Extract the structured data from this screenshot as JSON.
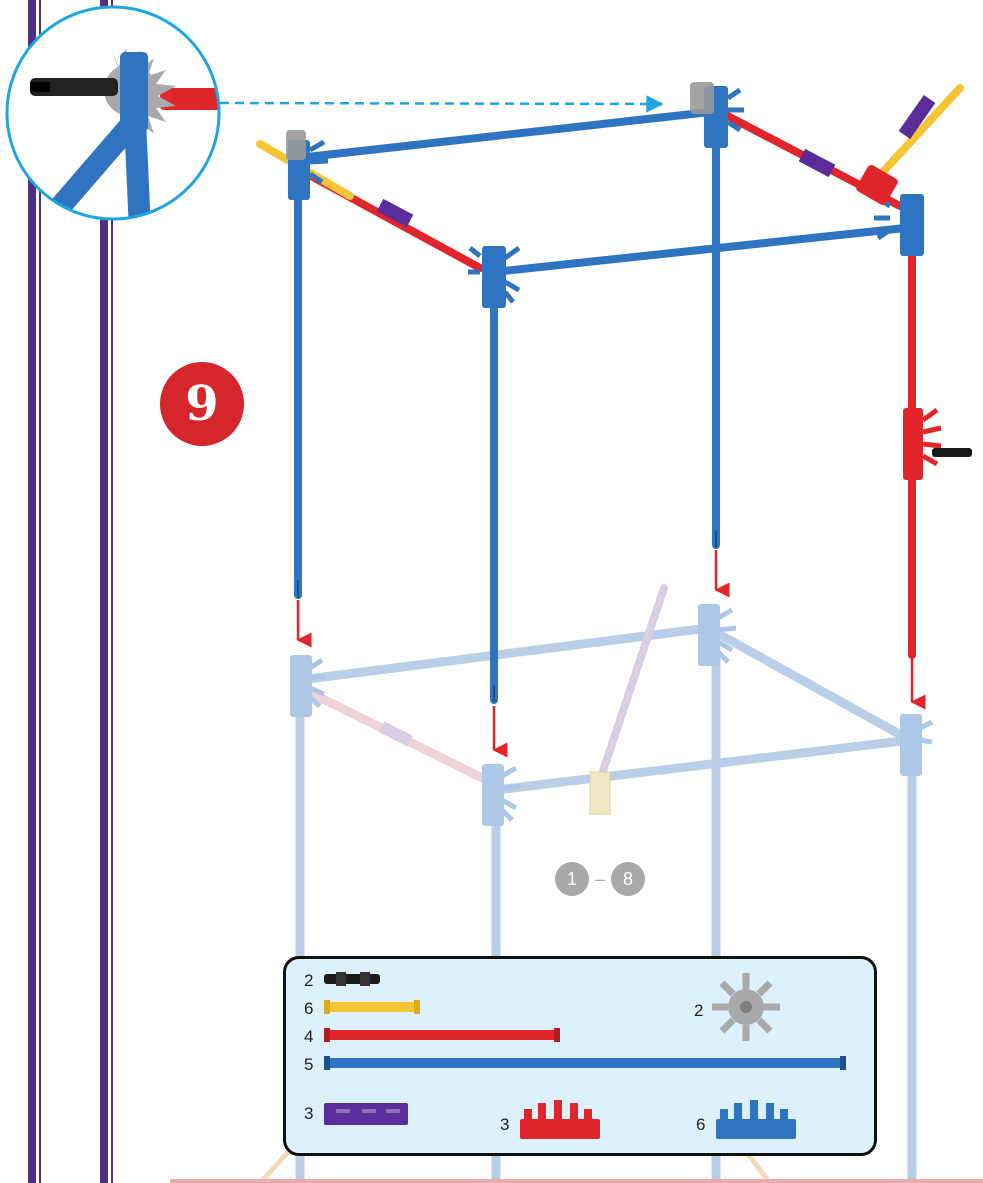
{
  "step": {
    "number": "9"
  },
  "prior_steps": {
    "from": "1",
    "separator": "–",
    "to": "8"
  },
  "parts_list": {
    "connector_black_qty": "2",
    "rod_yellow_qty": "6",
    "rod_red_qty": "4",
    "rod_blue_qty": "5",
    "clip_purple_qty": "3",
    "gray_hub_qty": "2",
    "red_half_hub_qty": "3",
    "blue_half_hub_qty": "6"
  },
  "colors": {
    "sidebar_purple": "#4f2f86",
    "badge_red": "#d4262b",
    "rod_blue": "#2f74c0",
    "rod_red": "#e0252b",
    "rod_yellow": "#f5c535",
    "callout_cyan": "#1fa6e0",
    "arrow_red": "#e0252b",
    "panel_bg": "#dcf1fb"
  },
  "icons": [
    "connector-icon",
    "rod-yellow-icon",
    "rod-red-icon",
    "rod-blue-icon",
    "clip-purple-icon",
    "gray-hub-icon",
    "red-half-hub-icon",
    "blue-half-hub-icon",
    "down-arrow-icon",
    "callout-dashed-arrow-icon"
  ]
}
